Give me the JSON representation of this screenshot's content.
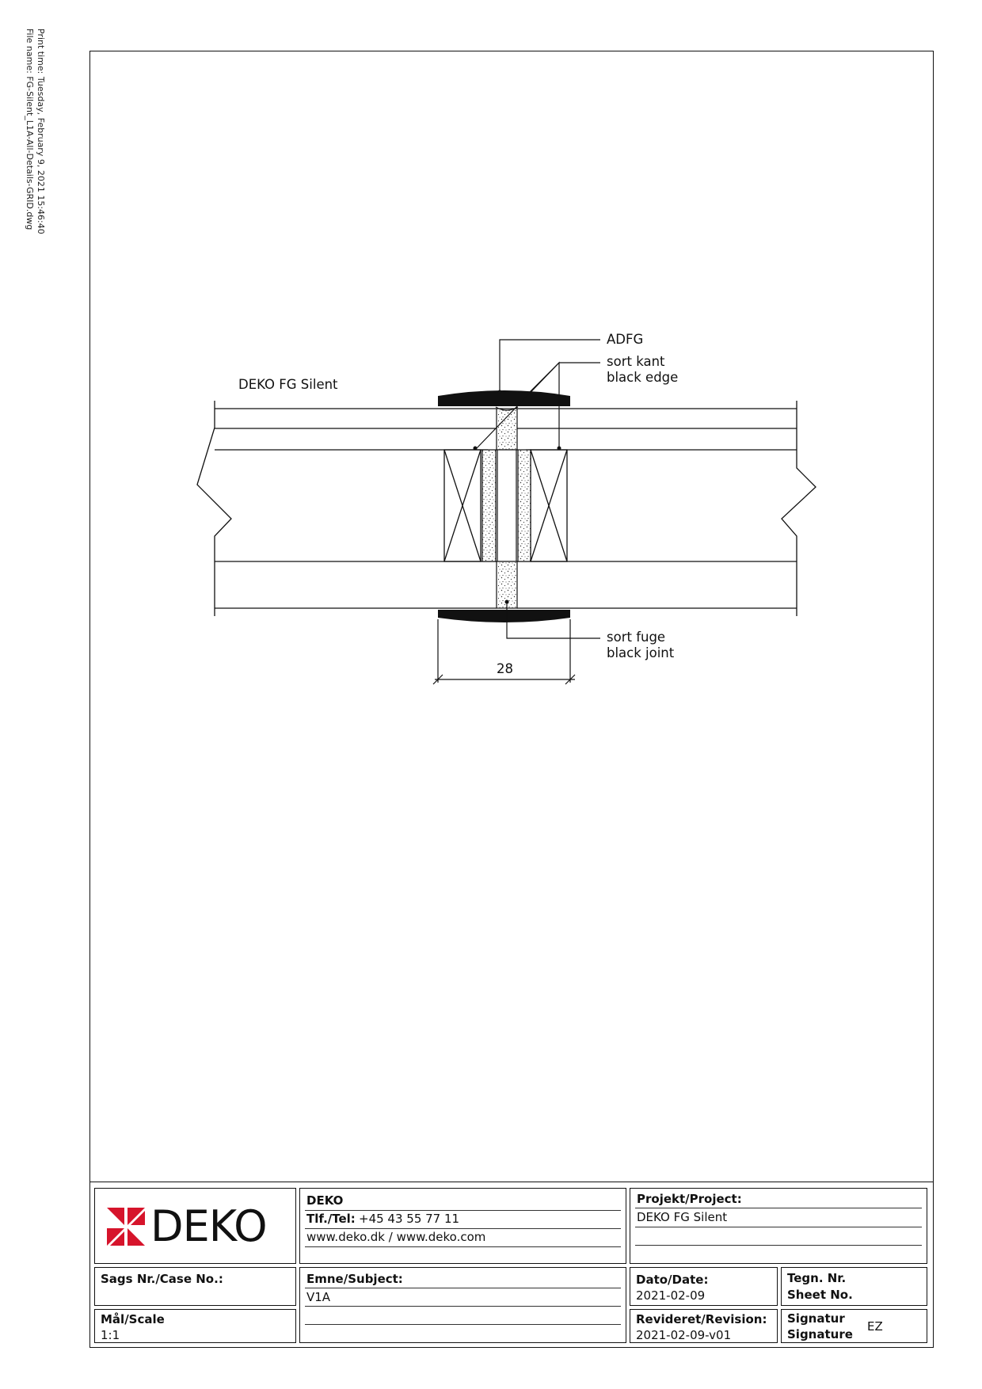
{
  "print_meta": {
    "print_time": "Print time: Tuesday, February 9, 2021 15:46:40",
    "file_name": "File name: FG-Silent_L1A-All-Details-GRID.dwg"
  },
  "drawing": {
    "product_label": "DEKO FG Silent",
    "callouts": {
      "adfg": "ADFG",
      "edge_da": "sort kant",
      "edge_en": "black edge",
      "joint_da": "sort fuge",
      "joint_en": "black joint"
    },
    "dimension": "28"
  },
  "title_block": {
    "logo_text": "DEKO",
    "brand_color": "#d6142b",
    "company": "DEKO",
    "phone_label": "Tlf./Tel:",
    "phone": "+45 43 55 77 11",
    "web": "www.deko.dk / www.deko.com",
    "project_label": "Projekt/Project:",
    "project": "DEKO FG Silent",
    "case_label": "Sags Nr./Case No.:",
    "case": "",
    "subject_label": "Emne/Subject:",
    "subject": "V1A",
    "date_label": "Dato/Date:",
    "date": "2021-02-09",
    "sheet_label_da": "Tegn. Nr.",
    "sheet_label_en": "Sheet No.",
    "scale_label": "Mål/Scale",
    "scale": "1:1",
    "revision_label": "Revideret/Revision:",
    "revision": "2021-02-09-v01",
    "signature_label_da": "Signatur",
    "signature_label_en": "Signature",
    "signature": "EZ"
  }
}
